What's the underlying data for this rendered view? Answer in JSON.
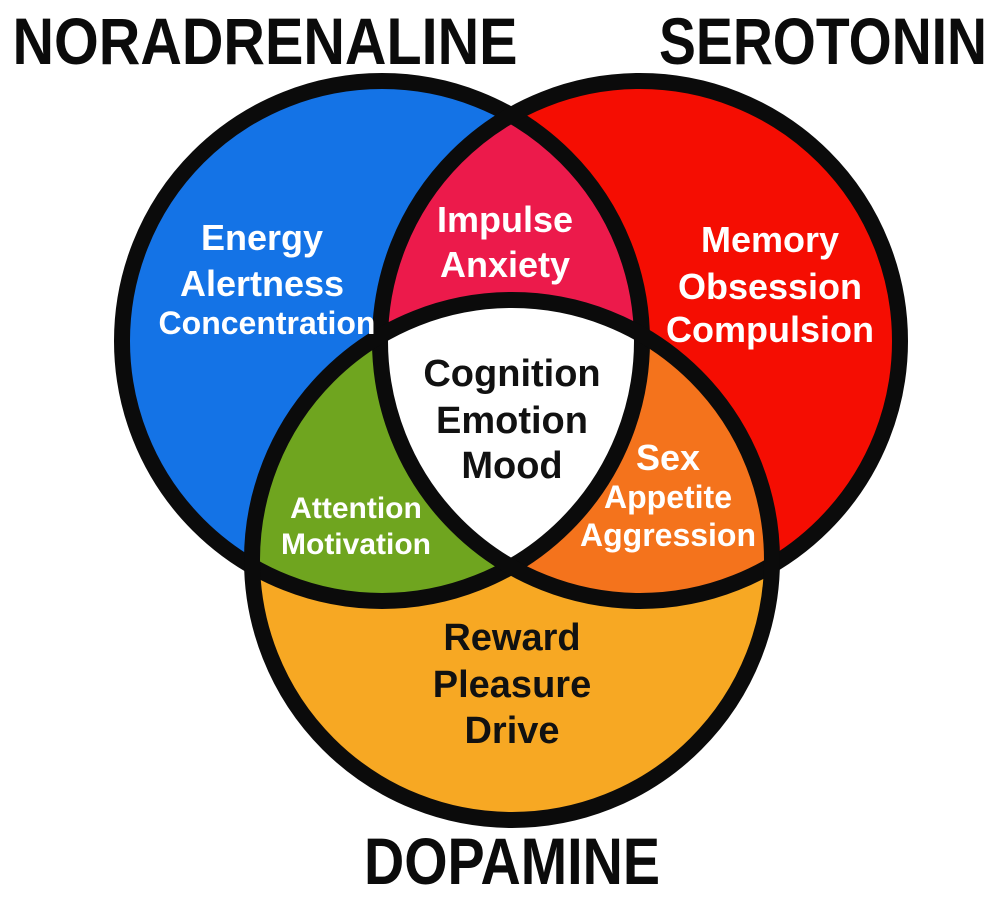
{
  "venn": {
    "outline_color": "#0b0b0b",
    "noradrenaline": {
      "title": "NORADRENALINE",
      "color": "#1473e6",
      "line1": "Energy",
      "line2": "Alertness",
      "line3": "Concentration"
    },
    "serotonin": {
      "title": "SEROTONIN",
      "color": "#f50d02",
      "line1": "Memory",
      "line2": "Obsession",
      "line3": "Compulsion"
    },
    "dopamine": {
      "title": "DOPAMINE",
      "color": "#f7a823",
      "line1": "Reward",
      "line2": "Pleasure",
      "line3": "Drive"
    },
    "noradrenaline_serotonin": {
      "color": "#ec1a4b",
      "line1": "Impulse",
      "line2": "Anxiety"
    },
    "noradrenaline_dopamine": {
      "color": "#6fa51f",
      "line1": "Attention",
      "line2": "Motivation"
    },
    "serotonin_dopamine": {
      "color": "#f4731c",
      "line1": "Sex",
      "line2": "Appetite",
      "line3": "Aggression"
    },
    "center": {
      "color": "#ffffff",
      "line1": "Cognition",
      "line2": "Emotion",
      "line3": "Mood"
    }
  }
}
